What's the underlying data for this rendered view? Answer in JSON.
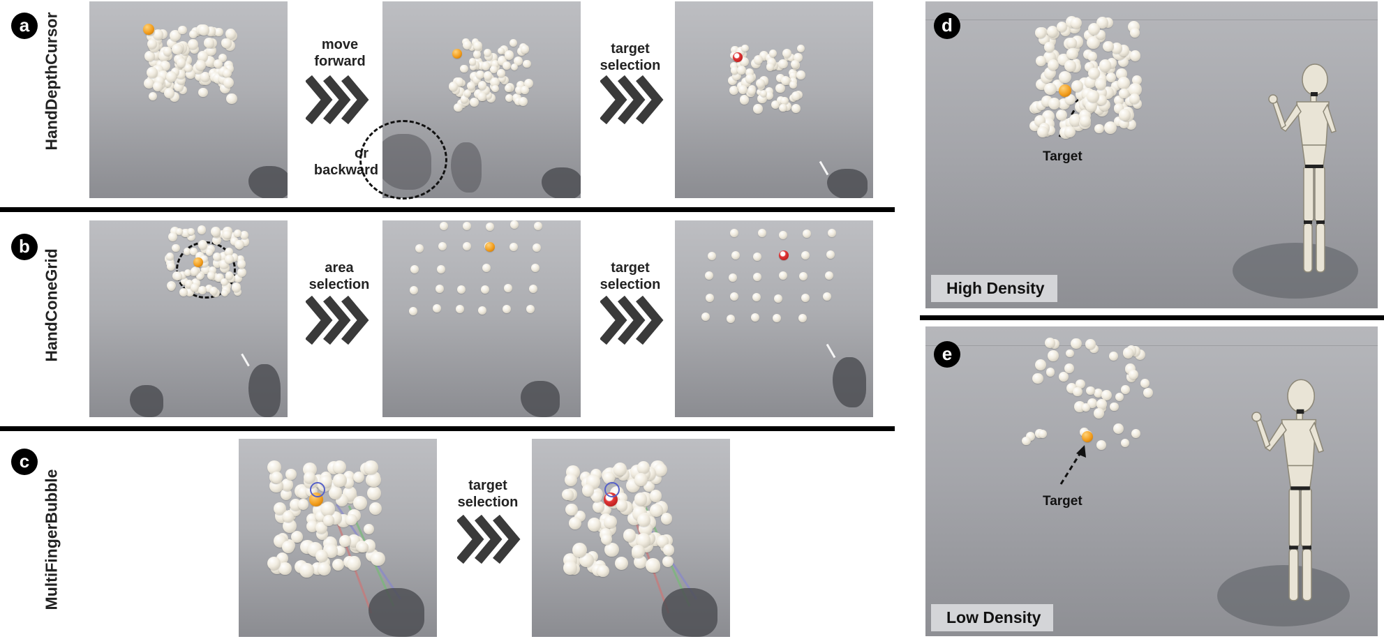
{
  "rows": [
    {
      "badge": "a",
      "technique": "HandDepthCursor",
      "step1": [
        "move",
        "forward"
      ],
      "step1_extra": [
        "or",
        "backward"
      ],
      "step2": [
        "target",
        "selection"
      ]
    },
    {
      "badge": "b",
      "technique": "HandConeGrid",
      "step1": [
        "area",
        "selection"
      ],
      "step2": [
        "target",
        "selection"
      ]
    },
    {
      "badge": "c",
      "technique": "MultiFingerBubble",
      "step1": [
        "target",
        "selection"
      ]
    }
  ],
  "scenes": [
    {
      "badge": "d",
      "density_label": "High Density",
      "target_label": "Target"
    },
    {
      "badge": "e",
      "density_label": "Low Density",
      "target_label": "Target"
    }
  ],
  "colors": {
    "target": "#f29d1c",
    "selected": "#e23838",
    "sphere": "#f1ece0",
    "chevron": "#3a3a3a",
    "background": "#ffffff"
  }
}
